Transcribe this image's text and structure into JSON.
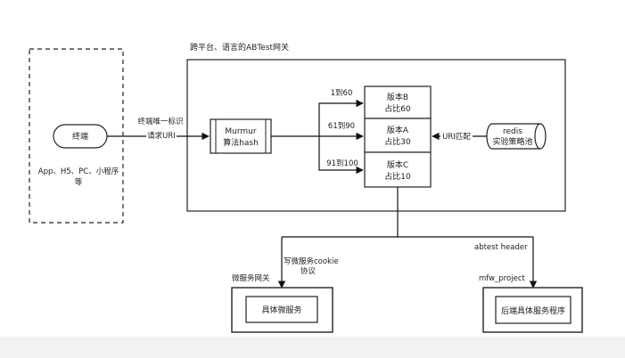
{
  "gateway": {
    "title": "跨平台、语言的ABTest网关"
  },
  "client": {
    "node": "终端",
    "caption_line1": "App、H5、PC、小程序",
    "caption_line2": "等"
  },
  "request": {
    "line1": "终端唯一标识",
    "line2": "请求URI"
  },
  "hash": {
    "line1": "Murmur",
    "line2": "算法hash"
  },
  "ranges": {
    "r1": "1到60",
    "r2": "61到90",
    "r3": "91到100"
  },
  "versions": {
    "b": {
      "name": "版本B",
      "share": "占比60"
    },
    "a": {
      "name": "版本A",
      "share": "占比30"
    },
    "c": {
      "name": "版本C",
      "share": "占比10"
    }
  },
  "uri_match": "URI匹配",
  "redis": {
    "line1": "redis",
    "line2": "实验策略池"
  },
  "left_branch": {
    "edge_line1": "写微服务cookie",
    "edge_line2": "协议",
    "group": "微服务网关",
    "service": "具体微服务"
  },
  "right_branch": {
    "edge": "abtest header",
    "group": "mfw_project",
    "service": "后端具体服务程序"
  }
}
